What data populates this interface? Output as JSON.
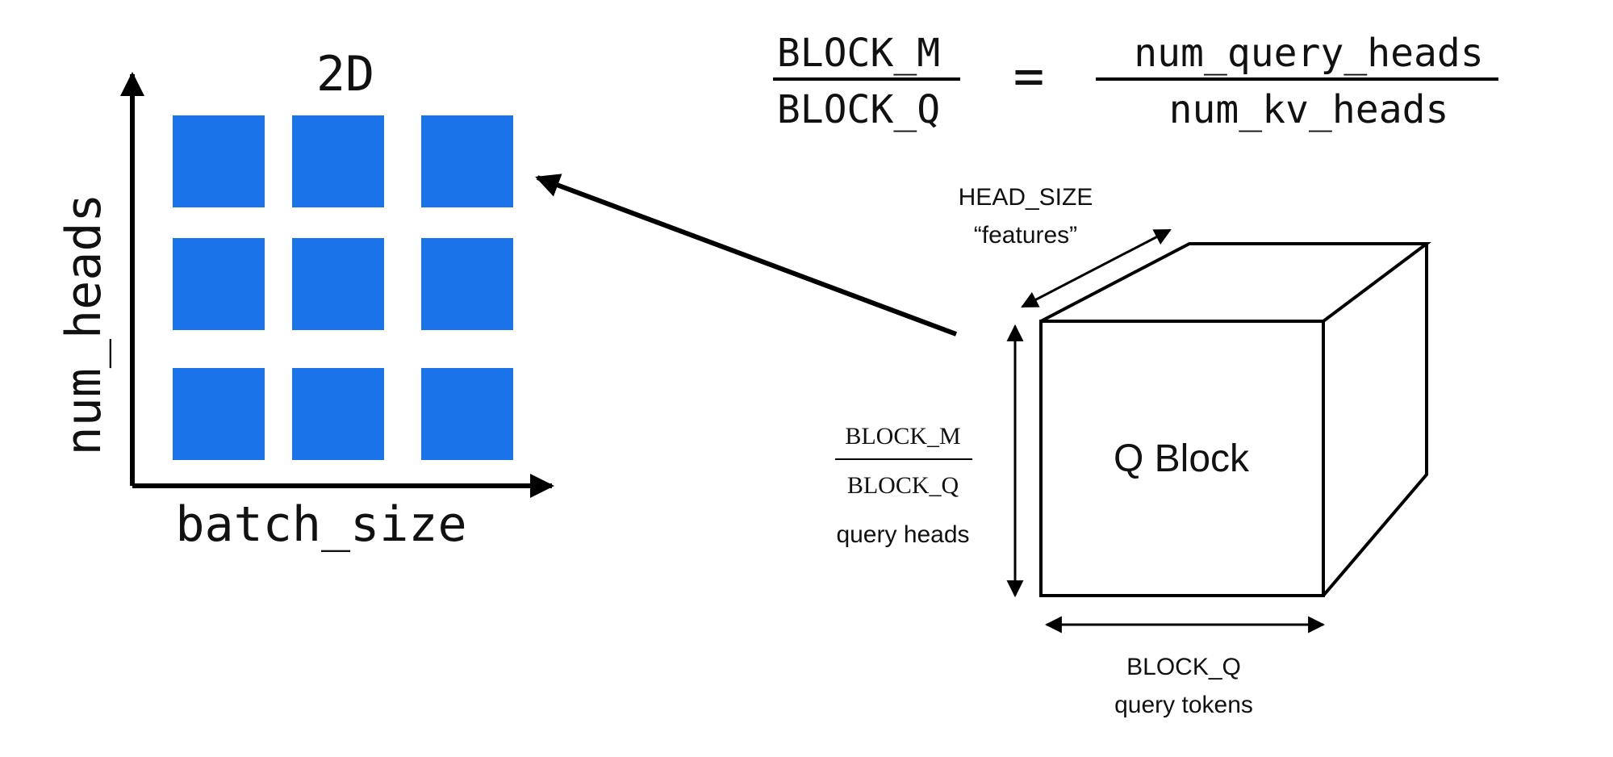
{
  "grid": {
    "title": "2D",
    "y_axis_label": "num_heads",
    "x_axis_label": "batch_size",
    "rows": 3,
    "cols": 3,
    "cell_color": "#1a73e8"
  },
  "equation": {
    "left_numerator": "BLOCK_M",
    "left_denominator": "BLOCK_Q",
    "equals": "=",
    "right_numerator": "num_query_heads",
    "right_denominator": "num_kv_heads"
  },
  "cube": {
    "label": "Q Block",
    "depth_label_line1": "HEAD_SIZE",
    "depth_label_line2": "“features”",
    "height_fraction_numerator": "BLOCK_M",
    "height_fraction_denominator": "BLOCK_Q",
    "height_label": "query heads",
    "width_label_line1": "BLOCK_Q",
    "width_label_line2": "query tokens"
  }
}
